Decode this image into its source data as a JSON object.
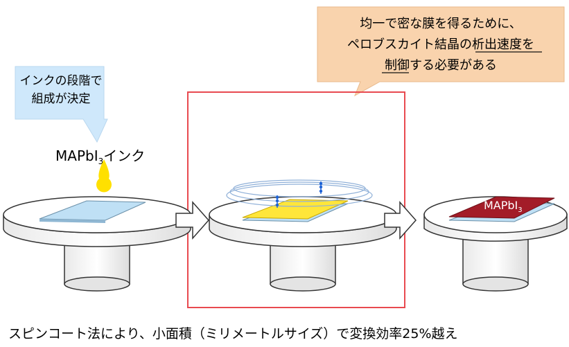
{
  "callout_left": {
    "line1": "インクの段階で",
    "line2": "組成が決定"
  },
  "callout_right": {
    "line1": "均一で密な膜を得るために、",
    "line2": "ペロブスカイト結晶の析出速度を",
    "line3": "制御する必要がある"
  },
  "ink_label": {
    "prefix": "MAPbI",
    "subscript": "3",
    "suffix": "インク"
  },
  "film_label": {
    "text": "MAPbI",
    "subscript": "3"
  },
  "caption": "スピンコート法により、小面積（ミリメートルサイズ）で変換効率25%越え",
  "colors": {
    "callout_left_bg": "#cfe8fb",
    "callout_right_bg": "#f9d3ad",
    "ink_drop": "#ffe000",
    "highlight_box": "#e8494f",
    "film_blue": "#bfe0f5",
    "film_yellow": "#ffe63a",
    "film_red": "#a31c28",
    "arrow_blue": "#1e63d6"
  }
}
